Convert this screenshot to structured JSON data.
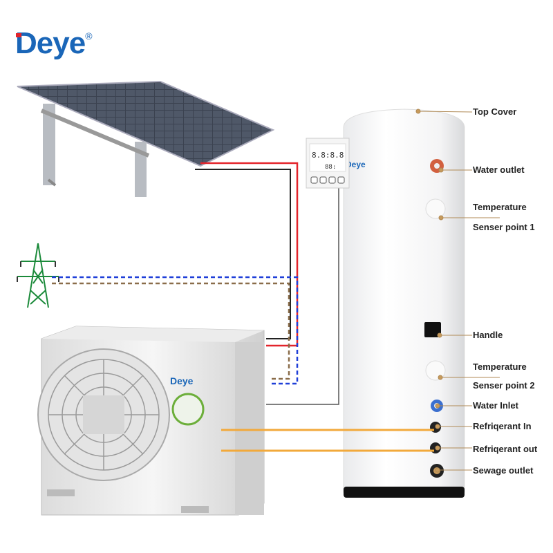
{
  "brand": {
    "logo_text": "Deye",
    "registered": "®",
    "ac_logo_text": "Deye",
    "tank_logo_text": "Deye"
  },
  "controller": {
    "display_main": "8.8:8.8",
    "display_sub": "88:"
  },
  "labels": {
    "top_cover": "Top Cover",
    "water_outlet": "Water outlet",
    "temp1_line1": "Temperature",
    "temp1_line2": "Senser point 1",
    "handle": "Handle",
    "temp2_line1": "Temperature",
    "temp2_line2": "Senser point 2",
    "water_inlet": "Water Inlet",
    "refrigerant_in": "Refriqerant In",
    "refrigerant_out": "Refriqerant out",
    "sewage_outlet": "Sewage outlet"
  },
  "colors": {
    "brand_blue": "#1a66b8",
    "wire_red": "#e3242b",
    "wire_blue": "#1f3fd8",
    "wire_brown": "#8a6d4a",
    "pipe_orange": "#f2a93b",
    "leader": "#b08a55"
  }
}
